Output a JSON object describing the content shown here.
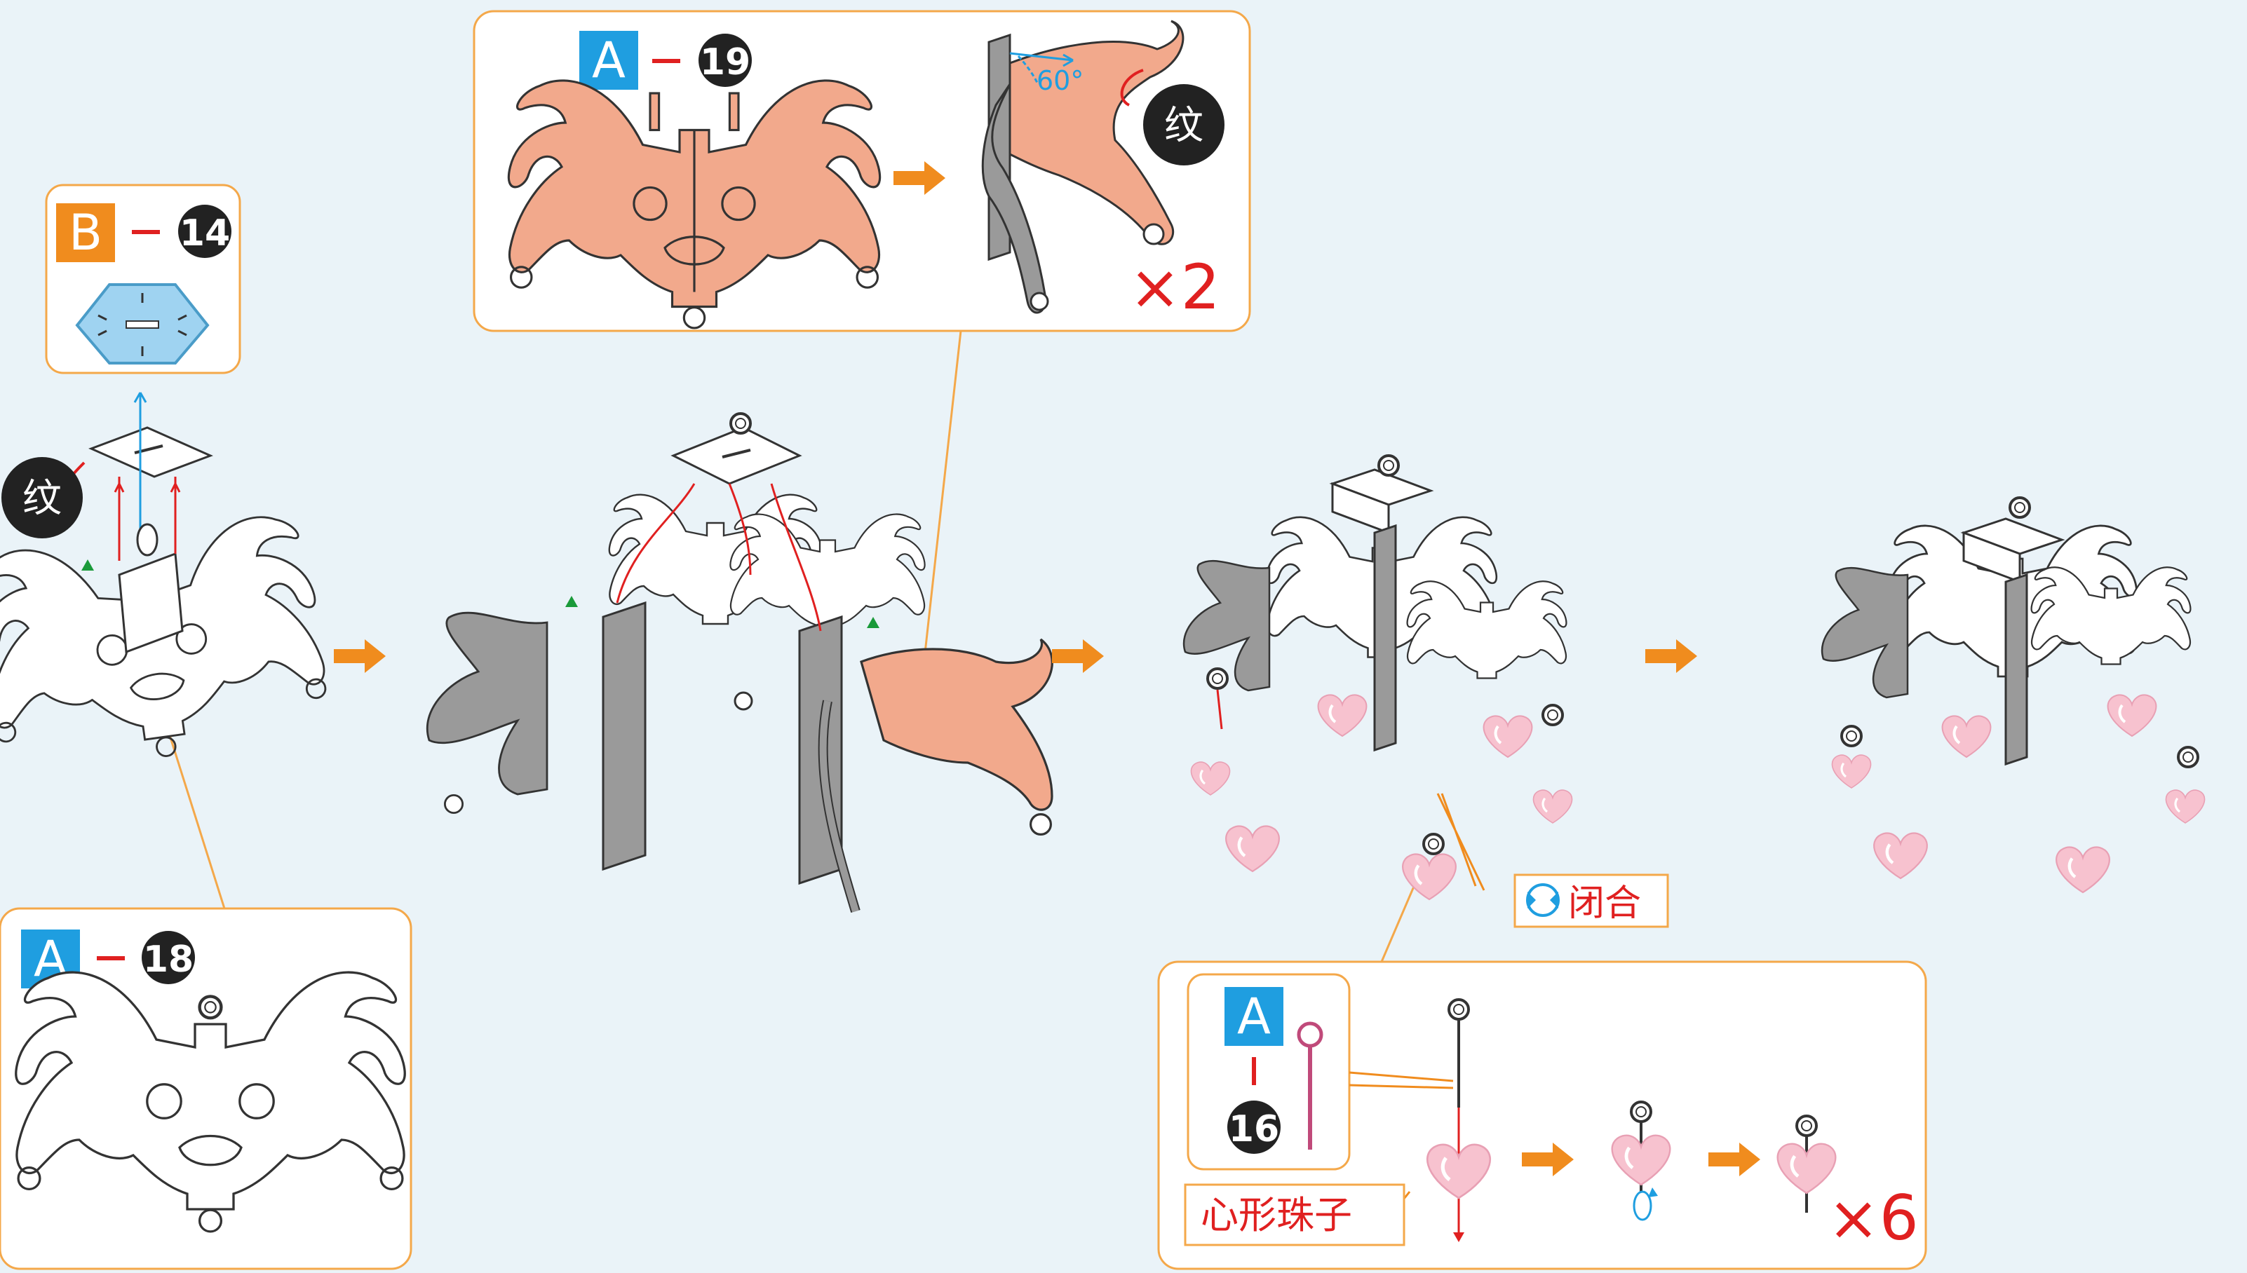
{
  "panels": {
    "top_left": {
      "part_letter": "B",
      "part_number": "14"
    },
    "bottom_left": {
      "part_letter": "A",
      "part_number": "18"
    },
    "top_middle": {
      "part_letter": "A",
      "part_number": "19",
      "angle": "60°",
      "multiplier": "×2"
    },
    "bottom_right": {
      "part_letter": "A",
      "part_number": "16",
      "bead_label": "心形珠子",
      "multiplier": "×6"
    }
  },
  "badges": {
    "pattern": "纹"
  },
  "callouts": {
    "close": "闭合"
  },
  "colors": {
    "orange_frame": "#f4a84a",
    "arrow": "#f08c1e",
    "salmon": "#f2a98c",
    "gray": "#9a9a9a",
    "blue_tag": "#1f9ee0",
    "orange_tag": "#f08c1e",
    "pink": "#f7c2cf",
    "red": "#e02020",
    "green": "#1a9a3a"
  }
}
